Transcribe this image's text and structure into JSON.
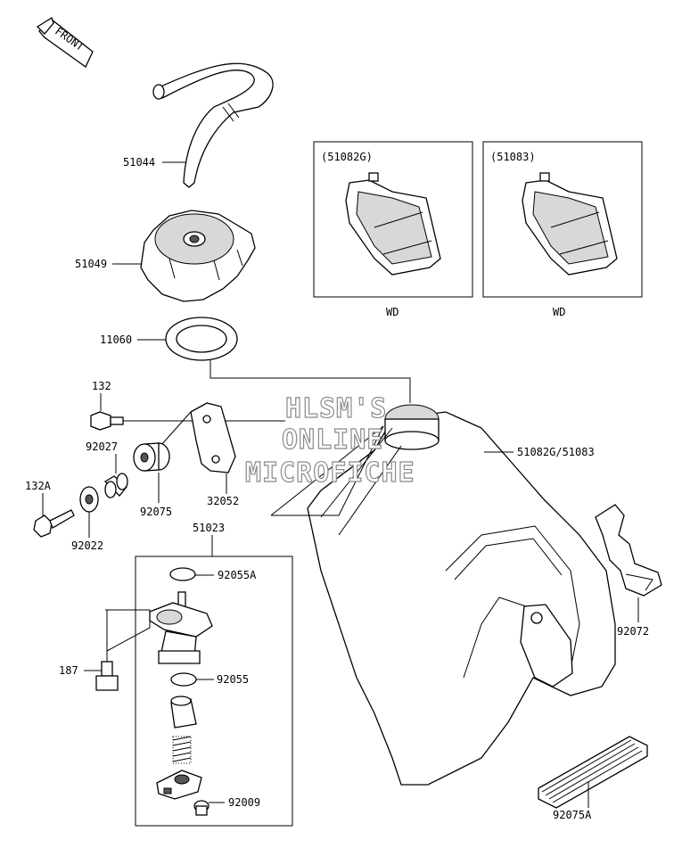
{
  "front_badge": "FRONT",
  "part_labels": {
    "hose": "51044",
    "cap": "51049",
    "gasket": "11060",
    "bolt_132": "132",
    "collar": "92027",
    "bolt_132a": "132A",
    "washer": "92022",
    "damper": "92075",
    "bracket": "32052",
    "cock_assy": "51023",
    "oring_top": "92055A",
    "bolt_187": "187",
    "oring": "92055",
    "screw": "92009",
    "tank": "51082G/51083",
    "strap": "92072",
    "pad": "92075A"
  },
  "insets": [
    {
      "code": "(51082G)",
      "caption": "WD"
    },
    {
      "code": "(51083)",
      "caption": "WD"
    }
  ],
  "watermark": [
    "HLSM'S",
    "ONLINE",
    "MICROFICHE"
  ]
}
